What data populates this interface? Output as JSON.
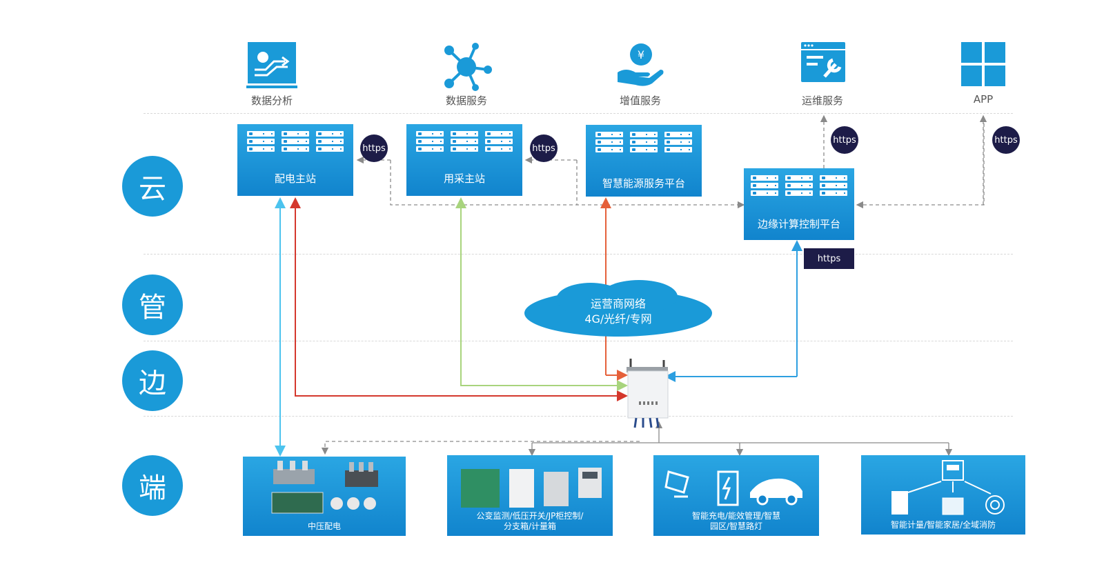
{
  "layers": {
    "cloud": "云",
    "pipe": "管",
    "edge": "边",
    "terminal": "端"
  },
  "services": {
    "data_analysis": "数据分析",
    "data_service": "数据服务",
    "value_added": "增值服务",
    "ops": "运维服务",
    "app": "APP"
  },
  "platforms": {
    "distribution_master": "配电主站",
    "collection_master": "用采主站",
    "smart_energy": "智慧能源服务平台",
    "edge_compute": "边缘计算控制平台"
  },
  "badges": {
    "b1": "https",
    "b2": "https",
    "b3": "https",
    "b4": "https",
    "b5": "https"
  },
  "network": {
    "line1": "运营商网络",
    "line2": "4G/光纤/专网"
  },
  "devices": {
    "mv": "中压配电",
    "monitor_line1": "公变监测/低压开关/JP柜控制/",
    "monitor_line2": "分支箱/计量箱",
    "charging_line1": "智能充电/能效管理/智慧",
    "charging_line2": "园区/智慧路灯",
    "metering": "智能计量/智能家居/全域消防"
  },
  "colors": {
    "primary": "#1a9ad8",
    "badge": "#1d1c48",
    "red": "#d4372c",
    "orange": "#e5603a",
    "green": "#a8d47d",
    "light_blue": "#4cc3ee",
    "mid_blue": "#2d9fe0",
    "gray": "#8a8a8a"
  }
}
